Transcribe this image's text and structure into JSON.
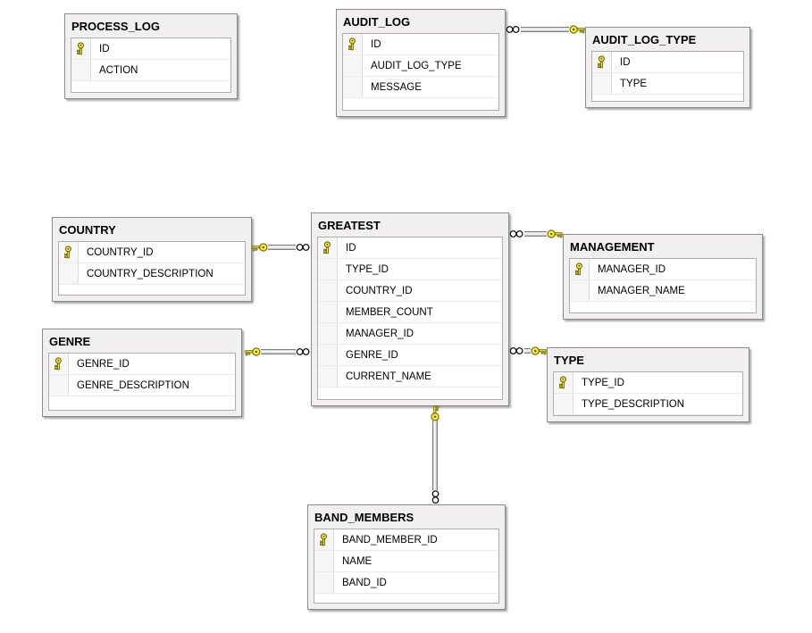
{
  "diagram": {
    "kind": "database-er-diagram",
    "background_color": "#ffffff",
    "table_chrome_color": "#f1f0ef",
    "table_border_color": "#8b8b8b",
    "primary_key_color": "#ffec3d",
    "icons": {
      "primary-key-icon": "yellow key glyph (primary key column)",
      "one-key-icon": "yellow key glyph (one side of relationship)",
      "many-cardinality-icon": "infinity glyph (many side of relationship)"
    },
    "tables": [
      {
        "title": "PROCESS_LOG",
        "columns": [
          {
            "name": "ID",
            "pk": true
          },
          {
            "name": "ACTION",
            "pk": false
          }
        ]
      },
      {
        "title": "AUDIT_LOG",
        "columns": [
          {
            "name": "ID",
            "pk": true
          },
          {
            "name": "AUDIT_LOG_TYPE",
            "pk": false
          },
          {
            "name": "MESSAGE",
            "pk": false
          }
        ]
      },
      {
        "title": "AUDIT_LOG_TYPE",
        "columns": [
          {
            "name": "ID",
            "pk": true
          },
          {
            "name": "TYPE",
            "pk": false
          }
        ]
      },
      {
        "title": "COUNTRY",
        "columns": [
          {
            "name": "COUNTRY_ID",
            "pk": true
          },
          {
            "name": "COUNTRY_DESCRIPTION",
            "pk": false
          }
        ]
      },
      {
        "title": "GREATEST",
        "columns": [
          {
            "name": "ID",
            "pk": true
          },
          {
            "name": "TYPE_ID",
            "pk": false
          },
          {
            "name": "COUNTRY_ID",
            "pk": false
          },
          {
            "name": "MEMBER_COUNT",
            "pk": false
          },
          {
            "name": "MANAGER_ID",
            "pk": false
          },
          {
            "name": "GENRE_ID",
            "pk": false
          },
          {
            "name": "CURRENT_NAME",
            "pk": false
          }
        ]
      },
      {
        "title": "MANAGEMENT",
        "columns": [
          {
            "name": "MANAGER_ID",
            "pk": true
          },
          {
            "name": "MANAGER_NAME",
            "pk": false
          }
        ]
      },
      {
        "title": "GENRE",
        "columns": [
          {
            "name": "GENRE_ID",
            "pk": true
          },
          {
            "name": "GENRE_DESCRIPTION",
            "pk": false
          }
        ]
      },
      {
        "title": "TYPE",
        "columns": [
          {
            "name": "TYPE_ID",
            "pk": true
          },
          {
            "name": "TYPE_DESCRIPTION",
            "pk": false
          }
        ]
      },
      {
        "title": "BAND_MEMBERS",
        "columns": [
          {
            "name": "BAND_MEMBER_ID",
            "pk": true
          },
          {
            "name": "NAME",
            "pk": false
          },
          {
            "name": "BAND_ID",
            "pk": false
          }
        ]
      }
    ],
    "relationships": [
      {
        "one": "AUDIT_LOG_TYPE",
        "many": "AUDIT_LOG"
      },
      {
        "one": "COUNTRY",
        "many": "GREATEST"
      },
      {
        "one": "MANAGEMENT",
        "many": "GREATEST"
      },
      {
        "one": "GENRE",
        "many": "GREATEST"
      },
      {
        "one": "TYPE",
        "many": "GREATEST"
      },
      {
        "one": "GREATEST",
        "many": "BAND_MEMBERS"
      }
    ]
  }
}
